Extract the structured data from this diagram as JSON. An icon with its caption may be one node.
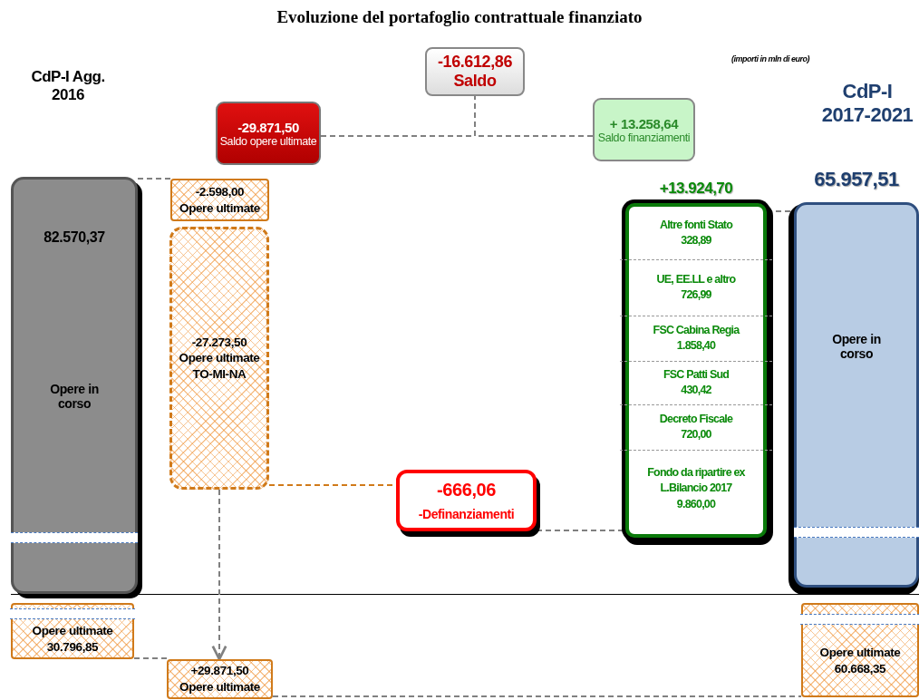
{
  "diagram": {
    "title": "Evoluzione del portafoglio contrattuale finanziato",
    "nodes": [
      {
        "text": [
          "82.570,37",
          "Opere in corso"
        ]
      },
      {
        "text": [
          "-29.871,50",
          "Saldo opere ultimate"
        ]
      },
      {
        "text": [
          "-16.612,86",
          "Saldo"
        ]
      },
      {
        "text": [
          "+ 13.258,64",
          "Saldo finanziamenti"
        ]
      },
      {
        "text": [
          "-2.598,00",
          "Opere ultimate"
        ]
      },
      {
        "text": [
          "-27.273,50",
          "Opere ultimate TO-MI-NA"
        ]
      },
      {
        "text": [
          "-666,06",
          "-Definanziamenti"
        ]
      },
      {
        "text": [
          "+13.924,70"
        ]
      },
      {
        "text": [
          "Altre fonti Stato",
          "328,89"
        ],
        "in": 7
      },
      {
        "text": [
          "UE, EE.LL e altro",
          "726,99"
        ],
        "in": 7
      },
      {
        "text": [
          "FSC Cabina Regia",
          "1.858,40"
        ],
        "in": 7
      },
      {
        "text": [
          "FSC Patti Sud",
          "430,42"
        ],
        "in": 7
      },
      {
        "text": [
          "Decreto Fiscale",
          "720,00"
        ],
        "in": 7
      },
      {
        "text": [
          "Fondo da ripartire ex L.Bilancio 2017",
          "9.860,00"
        ],
        "in": 7
      },
      {
        "text": [
          "65.957,51",
          "Opere in corso"
        ]
      },
      {
        "text": [
          "Opere ultimate 30.796,85"
        ]
      },
      {
        "text": [
          "+29.871,50",
          "Opere ultimate"
        ]
      },
      {
        "text": [
          "Opere ultimate 60.668,35"
        ]
      }
    ],
    "edges": [
      {
        "from": 1,
        "to": 2,
        "arrow": "none",
        "style": "dashed"
      },
      {
        "from": 3,
        "to": 2,
        "arrow": "none",
        "style": "dashed"
      },
      {
        "from": 0,
        "to": 4,
        "arrow": "none",
        "style": "dashed"
      },
      {
        "from": 5,
        "to": 6,
        "arrow": "none",
        "style": "dashed",
        "color": "#d07a1a"
      },
      {
        "from": 6,
        "to": 7,
        "arrow": "none",
        "style": "dashed"
      },
      {
        "from": 7,
        "to": 14,
        "arrow": "none",
        "style": "dashed"
      },
      {
        "from": 5,
        "to": 16,
        "arrow": "to",
        "style": "dashed"
      },
      {
        "from": 15,
        "to": 16,
        "arrow": "none",
        "style": "dashed"
      },
      {
        "from": 16,
        "to": 17,
        "arrow": "none",
        "style": "dashed"
      }
    ],
    "labels": [
      "CdP-I Agg. 2016",
      "(importi in mln di euro)",
      "CdP-I 2017-2021"
    ]
  }
}
